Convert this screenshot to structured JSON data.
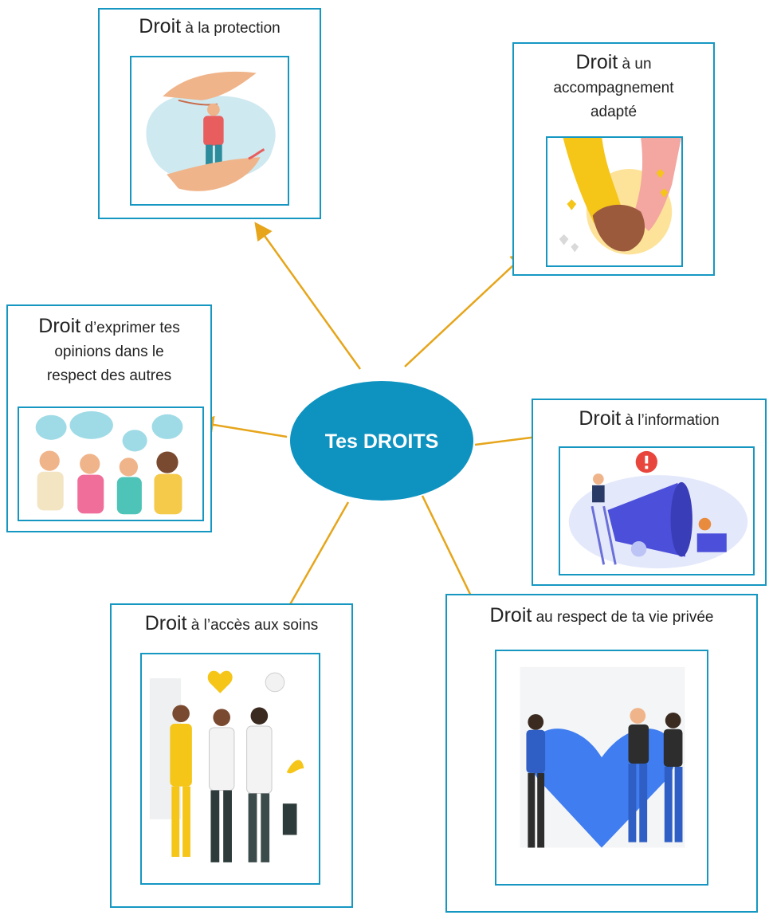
{
  "center": {
    "label": "Tes DROITS",
    "color": "#0e93c1"
  },
  "colors": {
    "border": "#1597c2",
    "arrow": "#e6a51a"
  },
  "nodes": [
    {
      "id": "protection",
      "word": "Droit",
      "rest": " à la protection",
      "image": "hands-protection-icon"
    },
    {
      "id": "accompagnement",
      "word": "Droit",
      "rest": " à un accompagnement adapté",
      "line1": " à un",
      "line2": "accompagnement",
      "line3": "adapté",
      "image": "holding-hands-icon"
    },
    {
      "id": "opinions",
      "word": "Droit",
      "line1": " d’exprimer tes",
      "line2": "opinions dans le",
      "line3": "respect des autres",
      "image": "people-talking-icon"
    },
    {
      "id": "information",
      "word": "Droit",
      "rest": " à l’information",
      "image": "megaphone-icon"
    },
    {
      "id": "soins",
      "word": "Droit",
      "rest": " à l’accès aux soins",
      "image": "medical-staff-icon"
    },
    {
      "id": "vie_privee",
      "word": "Droit",
      "rest": " au respect de ta vie privée",
      "image": "heart-people-icon"
    }
  ]
}
